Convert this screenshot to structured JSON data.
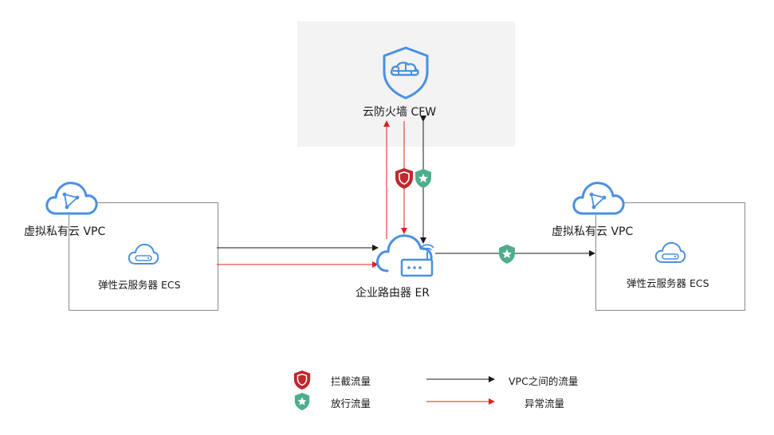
{
  "cfw": {
    "label": "云防火墙 CFW"
  },
  "router": {
    "label": "企业路由器 ER"
  },
  "vpc_left": {
    "label": "虚拟私有云 VPC",
    "ecs_label": "弹性云服务器 ECS"
  },
  "vpc_right": {
    "label": "虚拟私有云 VPC",
    "ecs_label": "弹性云服务器 ECS"
  },
  "legend": {
    "block": "拦截流量",
    "allow": "放行流量",
    "vpc_flow": "VPC之间的流量",
    "abnormal_flow": "异常流量"
  },
  "colors": {
    "icon_blue": "#4a90e2",
    "black_flow": "#1a1a1a",
    "red_flow": "#e02020",
    "block_shield": "#c0282e",
    "allow_shield": "#4caf8a",
    "panel_bg": "#f3f3f3"
  }
}
